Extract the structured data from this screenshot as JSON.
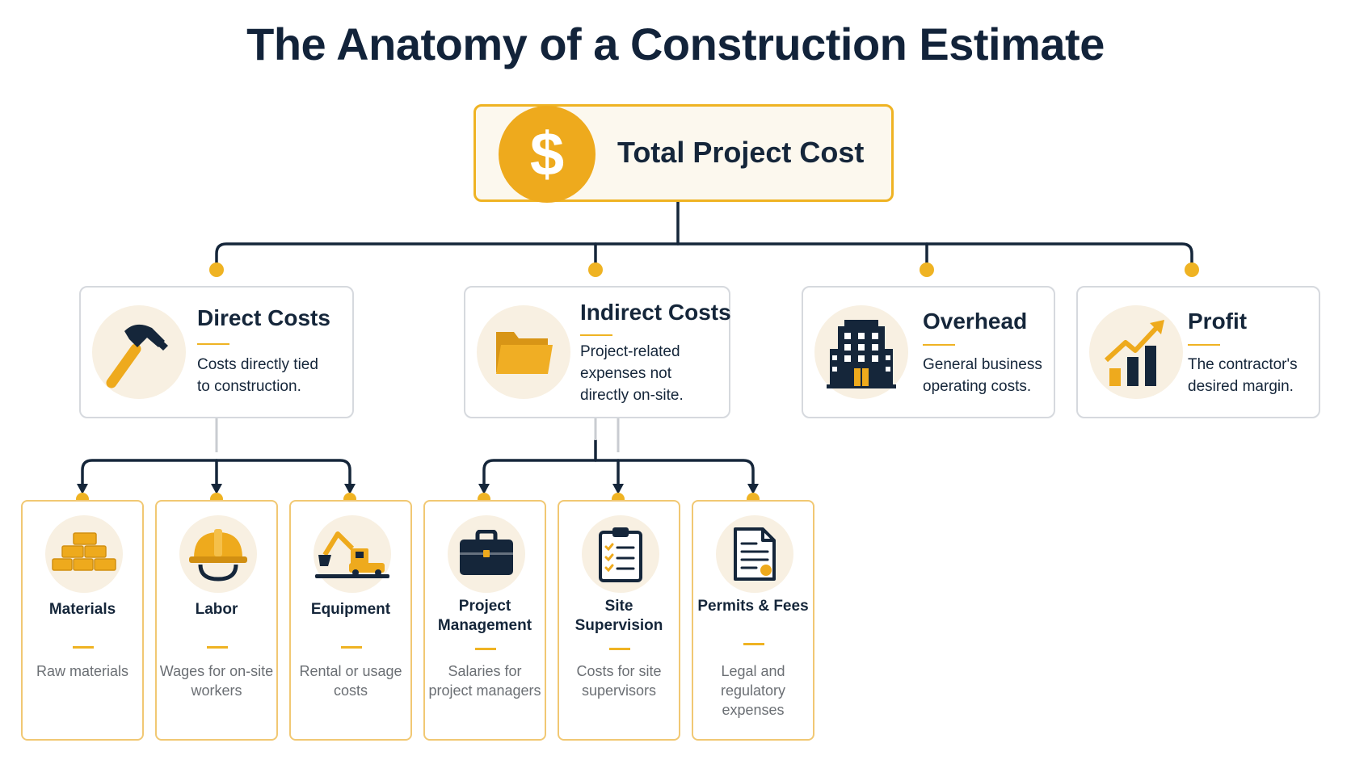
{
  "title": "The Anatomy of a Construction Estimate",
  "root": {
    "label": "Total Project Cost",
    "icon": "dollar-coin-icon",
    "symbol": "$"
  },
  "categories": [
    {
      "key": "direct",
      "title": "Direct Costs",
      "description": "Costs directly tied to construction.",
      "icon": "hammer-icon"
    },
    {
      "key": "indirect",
      "title": "Indirect Costs",
      "description": "Project-related expenses not directly on-site.",
      "icon": "folder-icon"
    },
    {
      "key": "overhead",
      "title": "Overhead",
      "description": "General business operating costs.",
      "icon": "office-building-icon"
    },
    {
      "key": "profit",
      "title": "Profit",
      "description": "The contractor's desired margin.",
      "icon": "growth-chart-icon"
    }
  ],
  "subcategories": [
    {
      "key": "materials",
      "parent": "direct",
      "title": "Materials",
      "description": "Raw materials",
      "icon": "bricks-icon"
    },
    {
      "key": "labor",
      "parent": "direct",
      "title": "Labor",
      "description": "Wages for on-site workers",
      "icon": "hard-hat-icon"
    },
    {
      "key": "equipment",
      "parent": "direct",
      "title": "Equipment",
      "description": "Rental or usage costs",
      "icon": "excavator-icon"
    },
    {
      "key": "project-management",
      "parent": "indirect",
      "title": "Project Management",
      "description": "Salaries for project managers",
      "icon": "briefcase-icon"
    },
    {
      "key": "site-supervision",
      "parent": "indirect",
      "title": "Site Supervision",
      "description": "Costs for site supervisors",
      "icon": "clipboard-checklist-icon"
    },
    {
      "key": "permits-fees",
      "parent": "indirect",
      "title": "Permits & Fees",
      "description": "Legal and regulatory expenses",
      "icon": "document-icon"
    }
  ],
  "colors": {
    "accent": "#eeaa1d",
    "navy": "#15263a",
    "card_border": "#d6d9de",
    "sub_border": "#f1c873",
    "muted_text": "#6b6f74"
  }
}
